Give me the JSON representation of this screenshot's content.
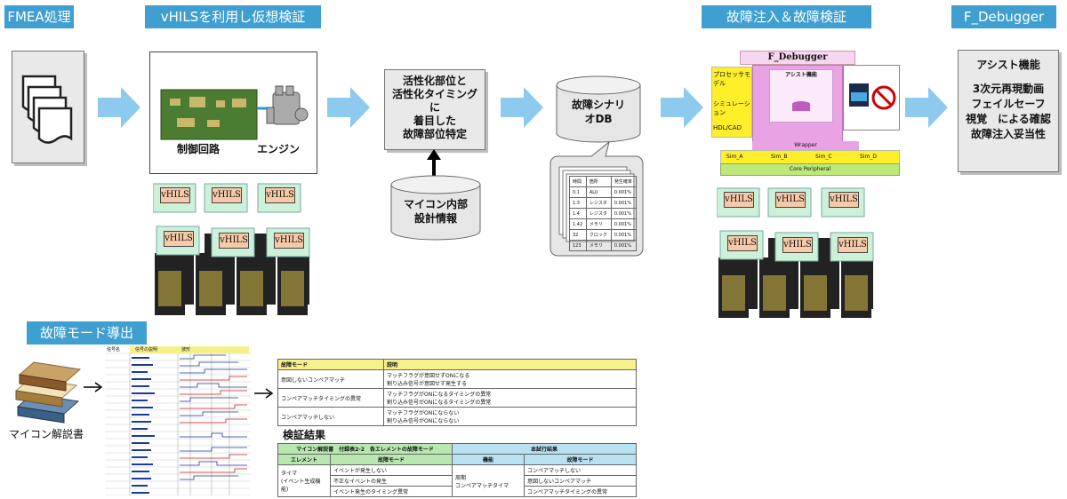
{
  "headers": {
    "fmea": "FMEA処理",
    "vhils": "vHILSを利用し仮想検証",
    "inject": "故障注入＆故障検証",
    "debugger": "F_Debugger",
    "mode": "故障モード導出"
  },
  "vhils_panel": {
    "left_label": "制御回路",
    "right_label": "エンジン"
  },
  "server_label": "vHILS",
  "activation_box": {
    "line1": "活性化部位と",
    "line2": "活性化タイミング",
    "line3": "に",
    "line4": "着目した",
    "line5": "故障部位特定"
  },
  "micon_db": {
    "line1": "マイコン内部",
    "line2": "設計情報"
  },
  "scenario_db": {
    "line1": "故障シナリ",
    "line2": "オDB"
  },
  "scenario_table": {
    "headers": [
      "時間",
      "箇所",
      "発生確率"
    ],
    "rows": [
      [
        "0.1",
        "ALU",
        "0.001%"
      ],
      [
        "1.3",
        "レジスタ",
        "0.001%"
      ],
      [
        "1.4",
        "レジスタ",
        "0.001%"
      ],
      [
        "1.42",
        "メモリ",
        "0.001%"
      ],
      [
        "32",
        "クロック",
        "0.001%"
      ],
      [
        "123",
        "メモリ",
        "0.001%"
      ]
    ]
  },
  "fdebugger_screen": {
    "title": "F_Debugger",
    "assist": "アシスト機能",
    "wrapper": "Wrapper",
    "core_peripheral": "Core Peripheral",
    "modules": [
      "Sim_A",
      "Sim_B",
      "Sim_C",
      "Sim_D"
    ],
    "left_top": "プロセッサモデル",
    "left_mid": "シミュレーション",
    "left_bottom": "HDL/CAD"
  },
  "assist_box": {
    "line1": "アシスト機能",
    "line2": "3次元再現動画",
    "line3": "フェイルセーフ",
    "line4": "視覚　による確認",
    "line5": "故障注入妥当性"
  },
  "book_label": "マイコン解説書",
  "result_title": "検証結果",
  "mode_table": {
    "head": [
      "故障モード",
      "説明"
    ],
    "rows": [
      [
        "意図しないコンペアマッチ",
        "マッチフラグが意図せずONになる\n割り込み信号が意図せず発生する"
      ],
      [
        "コンペアマッチタイミングの異常",
        "マッチフラグがONになるタイミングの異常\n割り込み信号がONになるタイミングの異常"
      ],
      [
        "コンペアマッチしない",
        "マッチフラグがONにならない\n割り込み信号がONにならない"
      ]
    ]
  },
  "result_table": {
    "left_title": "マイコン解説書　付録表2-2　各エレメントの故障モード",
    "right_title": "本試行結果",
    "left_head": [
      "エレメント",
      "故障モード"
    ],
    "right_head": [
      "機能",
      "故障モード"
    ],
    "element": "タイマ\n(イベント生成機能)",
    "left_modes": [
      "イベントが発生しない",
      "不正なイベントの発生",
      "イベント発生のタイミング異常"
    ],
    "function": "周期\nコンペアマッチタイマ",
    "right_modes": [
      "コンペアマッチしない",
      "意図しないコンペアマッチ",
      "コンペアマッチタイミングの異常"
    ]
  },
  "waveform_header": [
    "信号名",
    "信号の説明",
    "波形"
  ]
}
